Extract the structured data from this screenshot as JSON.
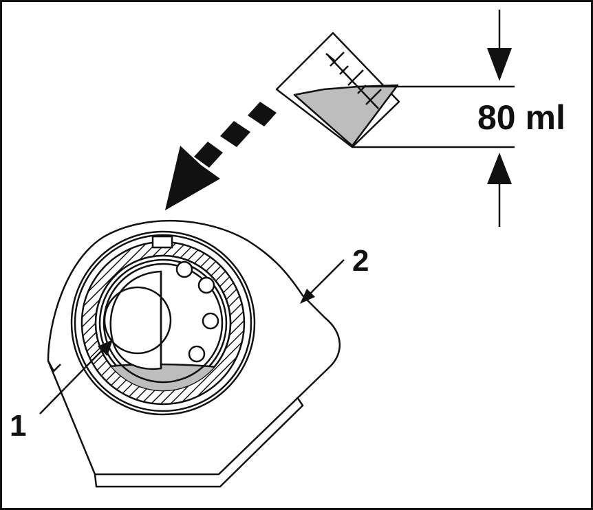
{
  "diagram": {
    "volume_label": "80 ml",
    "callout_1": "1",
    "callout_2": "2"
  },
  "colors": {
    "line": "#111111",
    "fluid": "#bdbdbd",
    "background": "#ffffff"
  },
  "icons": {
    "beaker": "measuring-beaker-icon",
    "pour_arrow": "dashed-arrow-icon",
    "dimension_arrows": "dimension-arrow-icon"
  }
}
